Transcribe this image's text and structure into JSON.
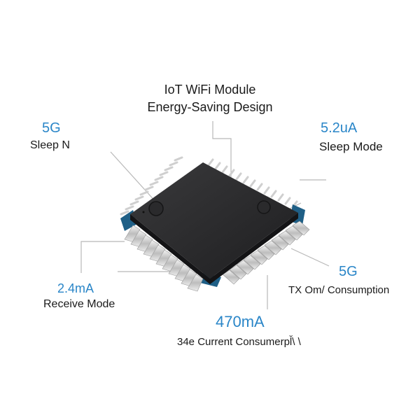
{
  "title": {
    "line1": "IoT WiFi Module",
    "line2": "Energy-Saving Design"
  },
  "callouts": [
    {
      "id": "top-left",
      "value": "5G",
      "description": "Sleep N"
    },
    {
      "id": "top-right",
      "value": "5.2uA",
      "description": "Sleep Mode"
    },
    {
      "id": "right",
      "value": "5G",
      "description": "TX Om/ Consumption"
    },
    {
      "id": "left",
      "value": "2.4mA",
      "description": "Receive Mode"
    },
    {
      "id": "bottom",
      "value": "470mA",
      "description": "34e Current Consumerpl̆\\ \\"
    }
  ],
  "colors": {
    "accent": "#2a86c8",
    "chip_body": "#2b2b2d",
    "chip_edge": "#1f5f86",
    "pins": "#d9d9d9",
    "leader_lines": "#b8b8b8",
    "text": "#1a1a1a"
  },
  "icons": {
    "chip": "qfp-microchip-icon"
  }
}
